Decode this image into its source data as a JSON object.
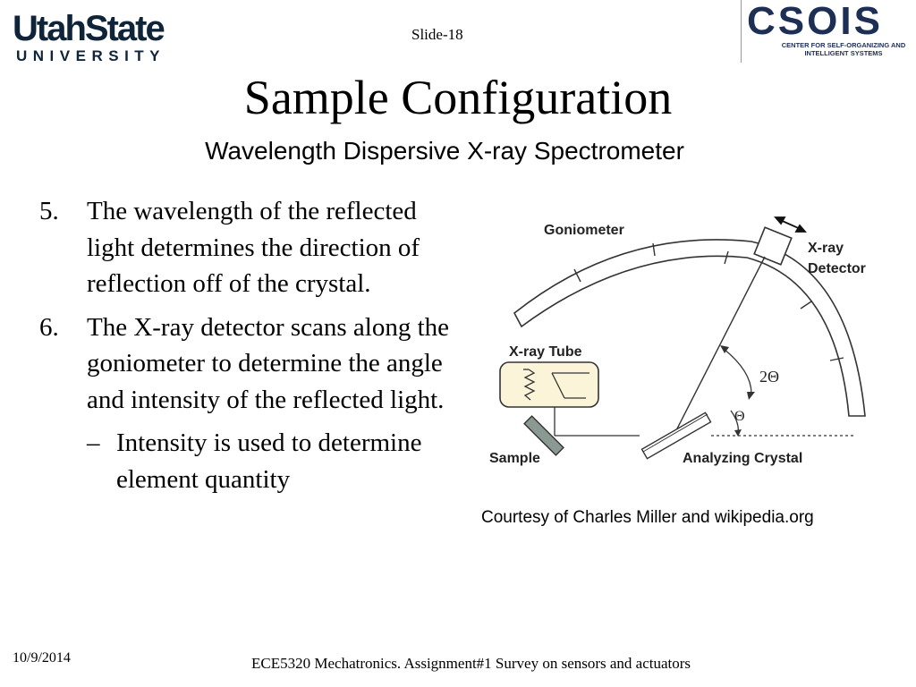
{
  "header": {
    "slide_label": "Slide-18",
    "left_logo": {
      "line1": "UtahState",
      "line2": "UNIVERSITY"
    },
    "right_logo": {
      "name": "CSOIS",
      "subtitle": "CENTER FOR SELF-ORGANIZING AND INTELLIGENT SYSTEMS"
    }
  },
  "title": "Sample Configuration",
  "subtitle": "Wavelength Dispersive X-ray Spectrometer",
  "bullets": [
    {
      "number": "5.",
      "text": "The wavelength of the reflected light determines the direction of reflection off of the crystal."
    },
    {
      "number": "6.",
      "text": "The X-ray detector scans along the goniometer to determine the angle and intensity of the reflected light."
    }
  ],
  "sub_bullet": {
    "marker": "–",
    "text": "Intensity is used to determine element quantity"
  },
  "diagram": {
    "labels": {
      "goniometer": "Goniometer",
      "detector_line1": "X-ray",
      "detector_line2": "Detector",
      "tube": "X-ray Tube",
      "sample": "Sample",
      "crystal": "Analyzing Crystal",
      "two_theta": "2Θ",
      "theta": "Θ"
    }
  },
  "courtesy": "Courtesy of Charles Miller and wikipedia.org",
  "footer": {
    "date": "10/9/2014",
    "course": "ECE5320 Mechatronics. Assignment#1 Survey on sensors and actuators"
  },
  "colors": {
    "logo_blue": "#0f2439",
    "csois_blue": "#1e2f55"
  }
}
